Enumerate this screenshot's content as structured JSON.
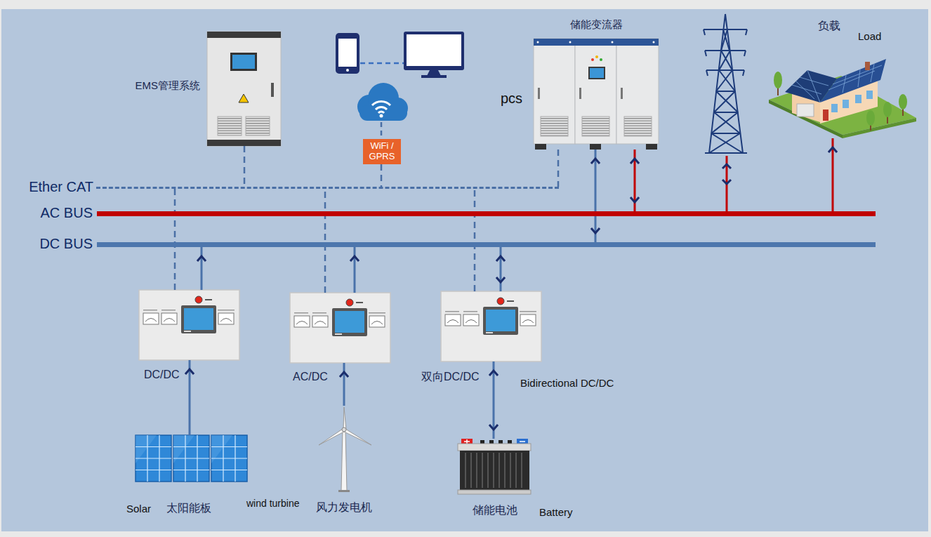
{
  "diagram": {
    "nodes": [
      {
        "text": [
          "EMS管理系统"
        ]
      },
      {
        "text": [
          "WiFi / GPRS"
        ]
      },
      {
        "text": [
          "储能变流器",
          "pcs"
        ]
      },
      {
        "text": [
          "负载",
          "Load"
        ]
      },
      {
        "text": [
          "Ether CAT"
        ]
      },
      {
        "text": [
          "AC BUS"
        ]
      },
      {
        "text": [
          "DC BUS"
        ]
      },
      {
        "text": [
          "DC/DC"
        ]
      },
      {
        "text": [
          "AC/DC"
        ]
      },
      {
        "text": [
          "双向DC/DC",
          "Bidirectional DC/DC"
        ]
      },
      {
        "text": [
          "Solar",
          "太阳能板"
        ]
      },
      {
        "text": [
          "wind turbine",
          "风力发电机"
        ]
      },
      {
        "text": [
          "储能电池",
          "Battery"
        ]
      }
    ],
    "edges": [
      {
        "from": 10,
        "to": 7,
        "arrow": "to"
      },
      {
        "from": 7,
        "to": 6,
        "arrow": "to"
      },
      {
        "from": 11,
        "to": 8,
        "arrow": "to"
      },
      {
        "from": 8,
        "to": 6,
        "arrow": "to"
      },
      {
        "from": 12,
        "to": 9,
        "arrow": "both"
      },
      {
        "from": 9,
        "to": 6,
        "arrow": "both"
      },
      {
        "from": 2,
        "to": 6,
        "arrow": "both"
      },
      {
        "from": 2,
        "to": 5,
        "arrow": "both"
      },
      {
        "from": 5,
        "to": 3,
        "arrow": "to"
      },
      {
        "from": 0,
        "to": 4,
        "arrow": "none"
      },
      {
        "from": 1,
        "to": 4,
        "arrow": "none"
      },
      {
        "from": 2,
        "to": 4,
        "arrow": "none"
      },
      {
        "from": 7,
        "to": 4,
        "arrow": "none"
      },
      {
        "from": 8,
        "to": 4,
        "arrow": "none"
      },
      {
        "from": 9,
        "to": 4,
        "arrow": "none"
      }
    ]
  }
}
